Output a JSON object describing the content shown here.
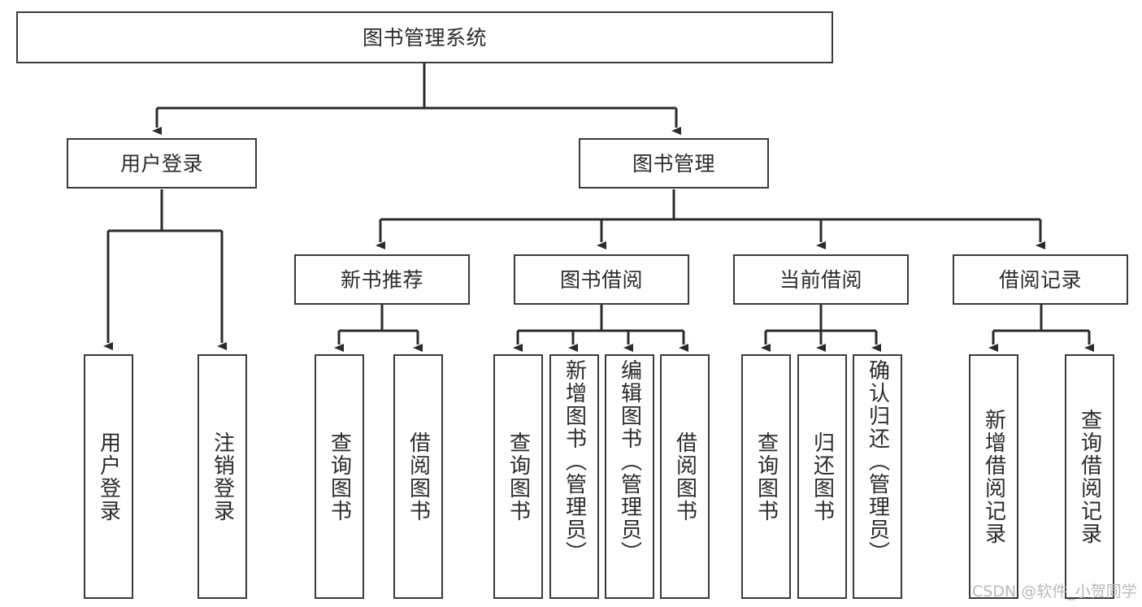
{
  "diagram": {
    "title": "图书管理系统",
    "type": "tree-structure-chart",
    "root": {
      "label": "图书管理系统"
    },
    "level2": [
      {
        "label": "用户登录"
      },
      {
        "label": "图书管理"
      }
    ],
    "level3": [
      {
        "label": "新书推荐"
      },
      {
        "label": "图书借阅"
      },
      {
        "label": "当前借阅"
      },
      {
        "label": "借阅记录"
      }
    ],
    "leaves": {
      "user_login": [
        {
          "label": "用户登录"
        },
        {
          "label": "注销登录"
        }
      ],
      "new_book_recommend": [
        {
          "label": "查询图书"
        },
        {
          "label": "借阅图书"
        }
      ],
      "book_borrow": [
        {
          "label": "查询图书"
        },
        {
          "label": "新增图书（管理员）"
        },
        {
          "label": "编辑图书（管理员）"
        },
        {
          "label": "借阅图书"
        }
      ],
      "current_borrow": [
        {
          "label": "查询图书"
        },
        {
          "label": "归还图书"
        },
        {
          "label": "确认归还（管理员）"
        }
      ],
      "borrow_record": [
        {
          "label": "新增借阅记录"
        },
        {
          "label": "查询借阅记录"
        }
      ]
    }
  },
  "watermark": {
    "text": "CSDN @软件_小贺同学"
  },
  "colors": {
    "box_border": "#3a3a3a",
    "line": "#2b2b2b",
    "text": "#2b2b2b",
    "background": "#ffffff",
    "watermark": "#b9b9b9"
  }
}
